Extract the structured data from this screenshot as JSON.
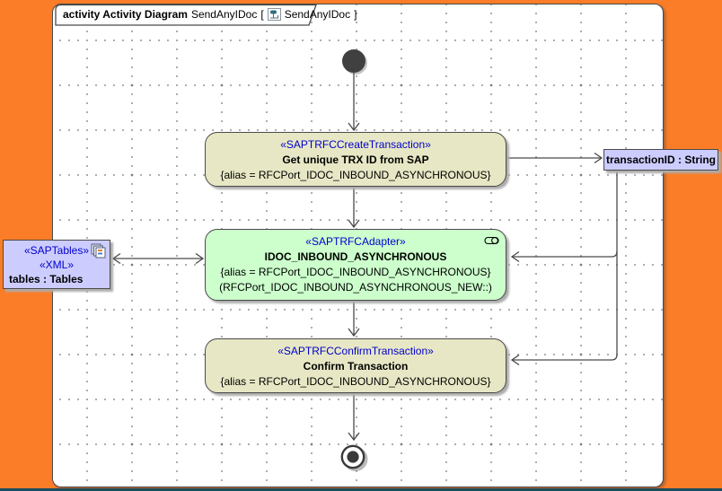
{
  "frame": {
    "tab": {
      "keyword": "activity Activity Diagram",
      "name": "SendAnyIDoc",
      "open_bracket": "[",
      "ref_name": "SendAnyIDoc",
      "close_bracket": "]"
    }
  },
  "actions": {
    "create_transaction": {
      "stereotype": "«SAPTRFCCreateTransaction»",
      "name": "Get unique TRX ID from SAP",
      "alias": "{alias = RFCPort_IDOC_INBOUND_ASYNCHRONOUS}"
    },
    "adapter": {
      "stereotype": "«SAPTRFCAdapter»",
      "name": "IDOC_INBOUND_ASYNCHRONOUS",
      "alias": "{alias = RFCPort_IDOC_INBOUND_ASYNCHRONOUS}",
      "detail": "(RFCPort_IDOC_INBOUND_ASYNCHRONOUS_NEW::)"
    },
    "confirm_transaction": {
      "stereotype": "«SAPTRFCConfirmTransaction»",
      "name": "Confirm Transaction",
      "alias": "{alias = RFCPort_IDOC_INBOUND_ASYNCHRONOUS}"
    }
  },
  "pins": {
    "transaction_id": {
      "label": "transactionID : String"
    },
    "tables": {
      "stereotype1": "«SAPTables»",
      "stereotype2": "«XML»",
      "label": "tables : Tables"
    }
  },
  "icons": {
    "tab_icon": "activity-diagram-icon",
    "tables_icon": "copies-icon",
    "adapter_icon": "behavior-toggle-icon"
  },
  "colors": {
    "background_orange": "#FB7D28",
    "action_tan": "#E7E7C5",
    "action_green": "#CCFFCC",
    "pin_lavender": "#CCCCFF",
    "stereotype_blue": "#0000CC",
    "line_gray": "#4A4A4A",
    "bottom_bar": "#1D4D5C"
  }
}
